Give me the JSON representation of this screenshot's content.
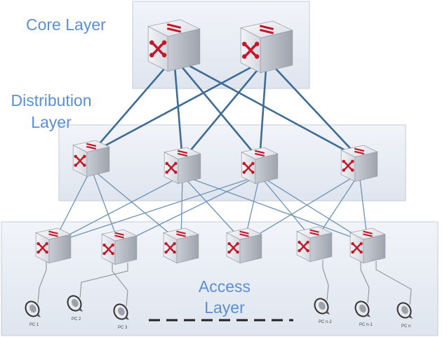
{
  "layers": {
    "core": {
      "label": "Core Layer"
    },
    "distribution": {
      "label_lines": [
        "Distribution",
        "Layer"
      ]
    },
    "access": {
      "label_lines": [
        "Access",
        "Layer"
      ]
    }
  },
  "pcs": [
    {
      "label": "PC 1"
    },
    {
      "label": "PC 2"
    },
    {
      "label": "PC 3"
    },
    {
      "label": "PC n-2"
    },
    {
      "label": "PC n-1"
    },
    {
      "label": "PC n"
    }
  ],
  "colors": {
    "layer_text": "#5b8fd6",
    "core_link": "#3f6c94",
    "access_link": "#6e93b4",
    "switch_arrow": "#c0192c",
    "panel_fill": "#e7ecf5"
  },
  "icons": {
    "switch": "network-switch-icon",
    "pc": "pc-icon"
  }
}
